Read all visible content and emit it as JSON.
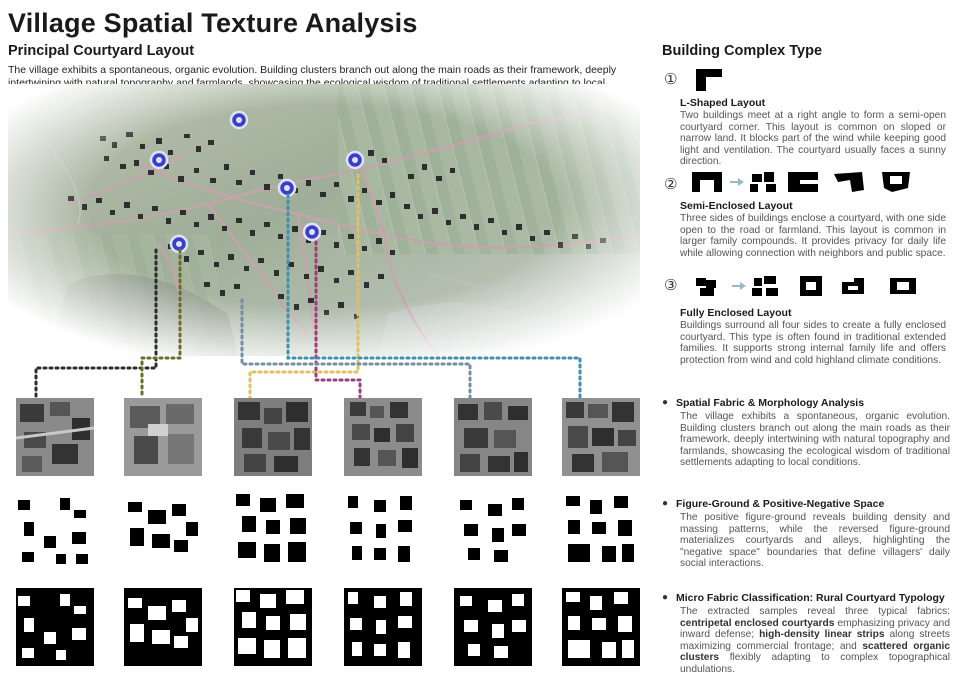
{
  "header": {
    "title": "Village Spatial Texture Analysis",
    "subtitle": "Principal Courtyard Layout",
    "intro": "The village exhibits a spontaneous, organic evolution. Building clusters branch out along the main roads as their framework, deeply intertwining with natural topography and farmlands, showcasing the ecological wisdom of traditional settlements adapting to local conditions."
  },
  "colors": {
    "line_1": "#2b2b2b",
    "line_2": "#6b6b2a",
    "line_3": "#e0c060",
    "line_4": "#9e3b78",
    "line_5": "#6f8fa6",
    "line_6": "#3f8fae",
    "marker": "#3a3fc8",
    "road": "#c9a3ad"
  },
  "building_types": {
    "heading": "Building Complex Type",
    "items": [
      {
        "number": "①",
        "title": "L-Shaped Layout",
        "description": "Two buildings meet at a right angle to form a semi-open courtyard corner. This layout is common on sloped or narrow land. It blocks part of the wind while keeping good light and ventilation. The courtyard usually faces a sunny direction."
      },
      {
        "number": "②",
        "title": "Semi-Enclosed Layout",
        "description": "Three sides of buildings enclose a courtyard, with one side open to the road or farmland. This layout is common in larger family compounds. It provides privacy for daily life while allowing connection with neighbors and public space."
      },
      {
        "number": "③",
        "title": "Fully Enclosed Layout",
        "description": "Buildings surround all four sides to create a fully enclosed courtyard. This type is often found in traditional extended families. It supports strong internal family life and offers protection from wind and cold highland climate conditions."
      }
    ]
  },
  "analysis": [
    {
      "title": "Spatial Fabric & Morphology Analysis",
      "body": "The village exhibits a spontaneous, organic evolution. Building clusters branch out along the main roads as their framework, deeply intertwining with natural topography and farmlands, showcasing the ecological wisdom of traditional settlements adapting to local conditions."
    },
    {
      "title": "Figure-Ground & Positive-Negative Space",
      "body": "The positive figure-ground reveals building density and massing patterns, while the reversed figure-ground materializes courtyards and alleys, highlighting the \"negative space\" boundaries that define villagers' daily social interactions."
    },
    {
      "title": "Micro Fabric Classification: Rural Courtyard Typology",
      "body_parts": [
        "The extracted samples reveal three typical fabrics: ",
        "centripetal enclosed courtyards",
        " emphasizing privacy and inward defense; ",
        "high-density linear strips",
        " along streets maximizing commercial frontage; and ",
        "scattered organic clusters",
        " flexibly adapting to complex topographical undulations."
      ]
    }
  ]
}
